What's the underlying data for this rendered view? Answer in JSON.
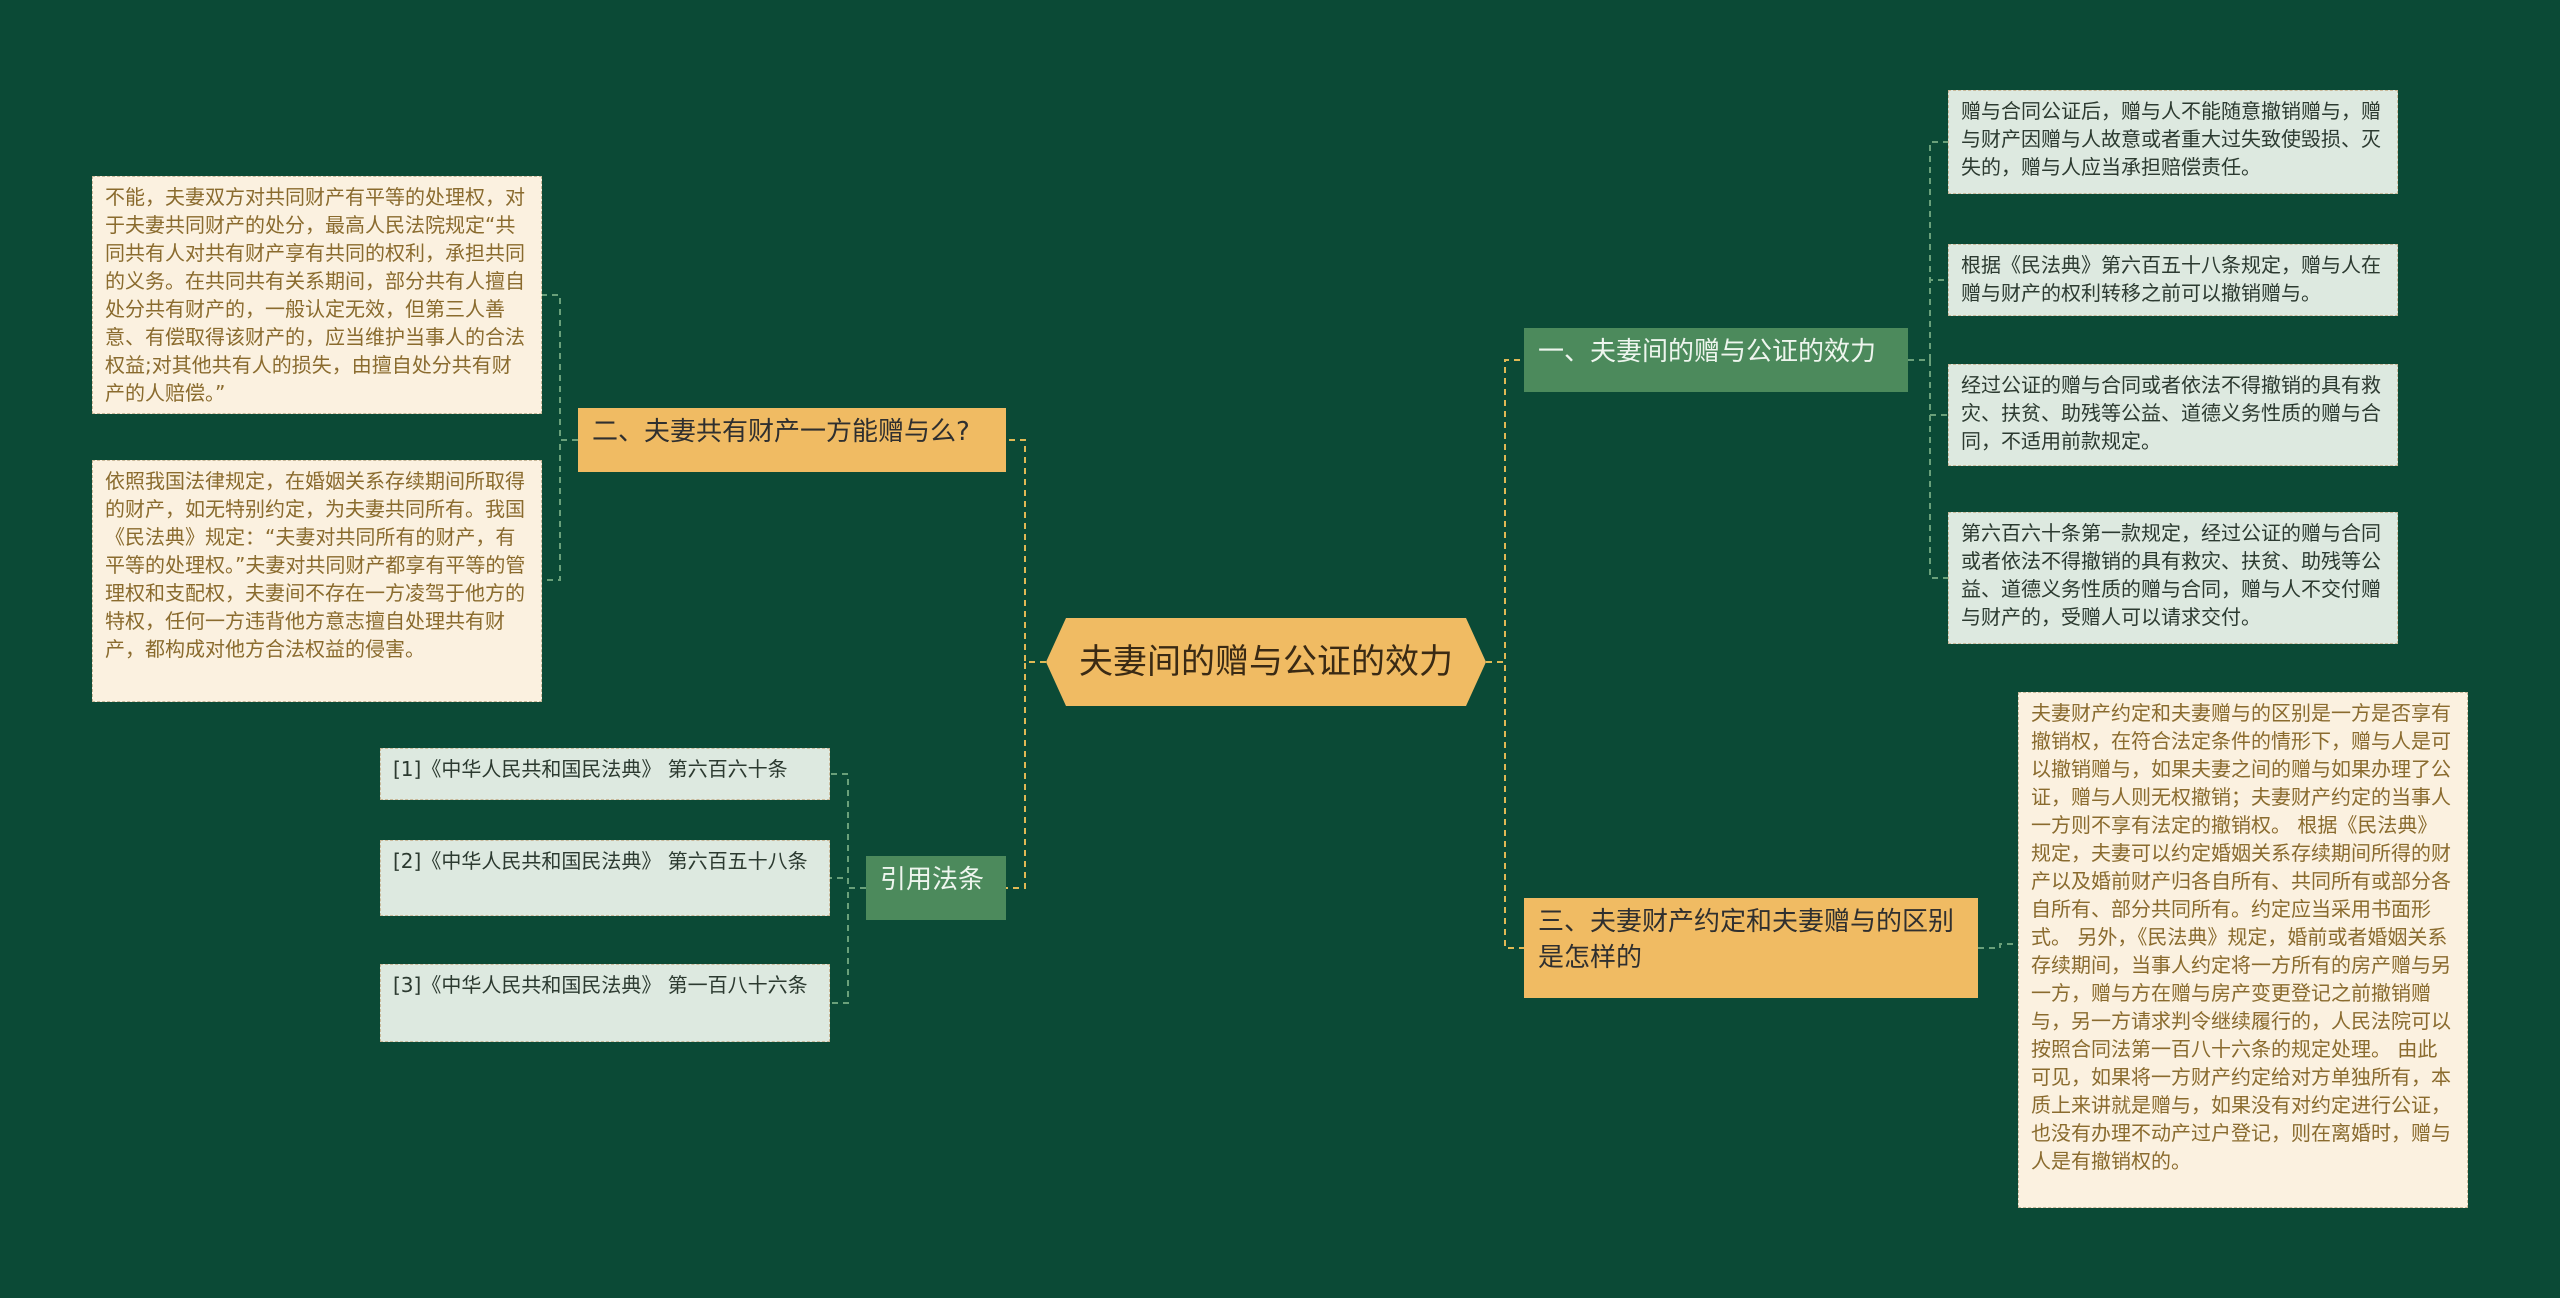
{
  "colors": {
    "background": "#0b4a36",
    "root": "#f0bb63",
    "topic_orange": "#f0bb63",
    "topic_green": "#4c8a5c",
    "leaf_cream": "#fbf1e0",
    "leaf_mint": "#dde9e0",
    "connector": "#e0b955"
  },
  "root": {
    "label": "夫妻间的赠与公证的效力"
  },
  "right": {
    "topic1": {
      "label": "一、夫妻间的赠与公证的效力",
      "leaves": [
        "赠与合同公证后，赠与人不能随意撤销赠与，赠与财产因赠与人故意或者重大过失致使毁损、灭失的，赠与人应当承担赔偿责任。",
        "根据《民法典》第六百五十八条规定，赠与人在赠与财产的权利转移之前可以撤销赠与。",
        "经过公证的赠与合同或者依法不得撤销的具有救灾、扶贫、助残等公益、道德义务性质的赠与合同，不适用前款规定。",
        "第六百六十条第一款规定，经过公证的赠与合同或者依法不得撤销的具有救灾、扶贫、助残等公益、道德义务性质的赠与合同，赠与人不交付赠与财产的，受赠人可以请求交付。"
      ]
    },
    "topic3": {
      "label": "三、夫妻财产约定和夫妻赠与的区别是怎样的",
      "leaf": "夫妻财产约定和夫妻赠与的区别是一方是否享有撤销权，在符合法定条件的情形下，赠与人是可以撤销赠与，如果夫妻之间的赠与如果办理了公证，赠与人则无权撤销；夫妻财产约定的当事人一方则不享有法定的撤销权。 根据《民法典》规定，夫妻可以约定婚姻关系存续期间所得的财产以及婚前财产归各自所有、共同所有或部分各自所有、部分共同所有。约定应当采用书面形式。 另外，《民法典》规定，婚前或者婚姻关系存续期间，当事人约定将一方所有的房产赠与另一方，赠与方在赠与房产变更登记之前撤销赠与，另一方请求判令继续履行的，人民法院可以按照合同法第一百八十六条的规定处理。 由此可见，如果将一方财产约定给对方单独所有，本质上来讲就是赠与，如果没有对约定进行公证，也没有办理不动产过户登记，则在离婚时，赠与人是有撤销权的。"
    }
  },
  "left": {
    "topic2": {
      "label": "二、夫妻共有财产一方能赠与么?",
      "leaves": [
        "不能，夫妻双方对共同财产有平等的处理权，对于夫妻共同财产的处分，最高人民法院规定“共同共有人对共有财产享有共同的权利，承担共同的义务。在共同共有关系期间，部分共有人擅自处分共有财产的，一般认定无效，但第三人善意、有偿取得该财产的，应当维护当事人的合法权益;对其他共有人的损失，由擅自处分共有财产的人赔偿。”",
        "依照我国法律规定，在婚姻关系存续期间所取得的财产，如无特别约定，为夫妻共同所有。我国《民法典》规定：“夫妻对共同所有的财产，有平等的处理权。”夫妻对共同财产都享有平等的管理权和支配权，夫妻间不存在一方凌驾于他方的特权，任何一方违背他方意志擅自处理共有财产，都构成对他方合法权益的侵害。"
      ]
    },
    "citations": {
      "label": "引用法条",
      "leaves": [
        "[1]《中华人民共和国民法典》 第六百六十条",
        "[2]《中华人民共和国民法典》 第六百五十八条",
        "[3]《中华人民共和国民法典》 第一百八十六条"
      ]
    }
  }
}
